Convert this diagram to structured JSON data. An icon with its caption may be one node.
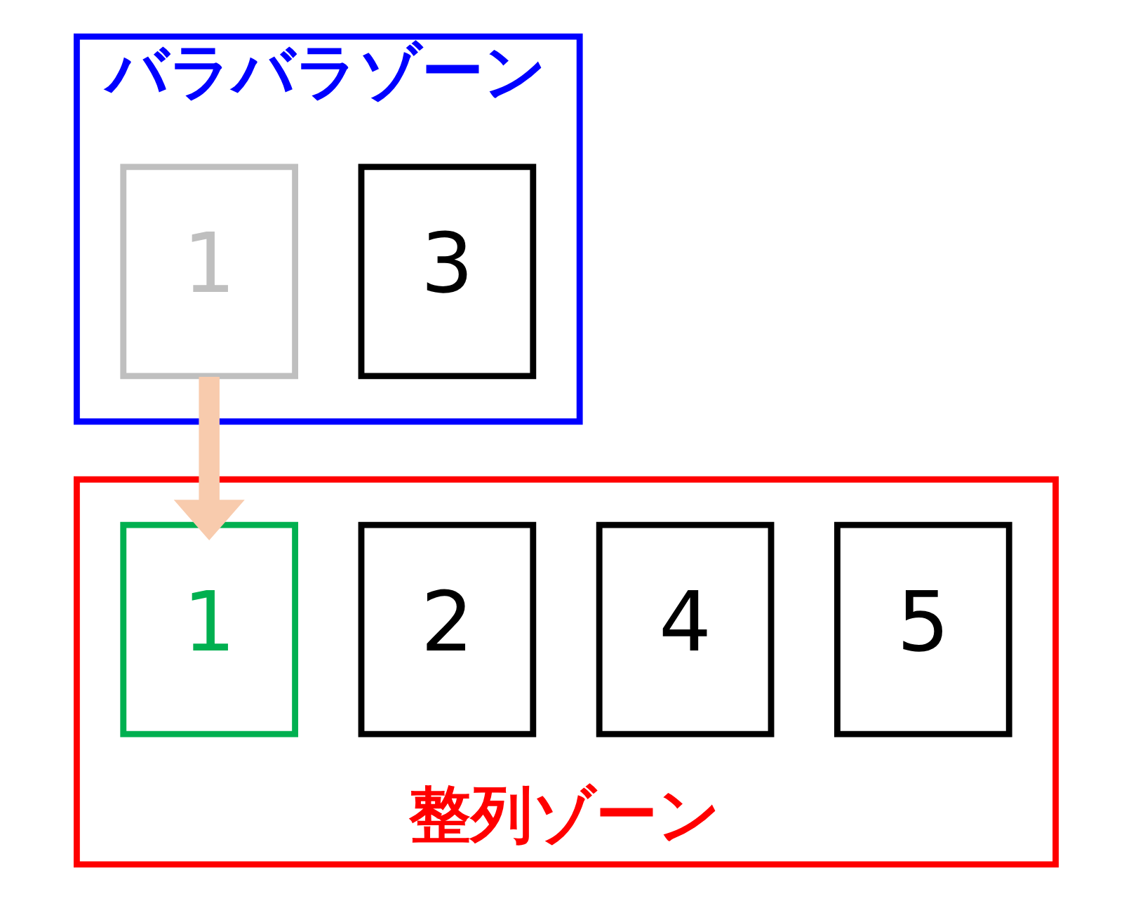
{
  "diagram": {
    "nodes": [
      {
        "text": [
          "バラバラゾーン"
        ]
      },
      {
        "text": [
          "1"
        ],
        "in": 0
      },
      {
        "text": [
          "3"
        ],
        "in": 0
      },
      {
        "text": [
          "整列ゾーン"
        ]
      },
      {
        "text": [
          "1"
        ],
        "in": 3
      },
      {
        "text": [
          "2"
        ],
        "in": 3
      },
      {
        "text": [
          "4"
        ],
        "in": 3
      },
      {
        "text": [
          "5"
        ],
        "in": 3
      }
    ],
    "edges": [
      {
        "from": 1,
        "to": 4,
        "arrow": "to",
        "color": "#f8cbad"
      }
    ]
  }
}
